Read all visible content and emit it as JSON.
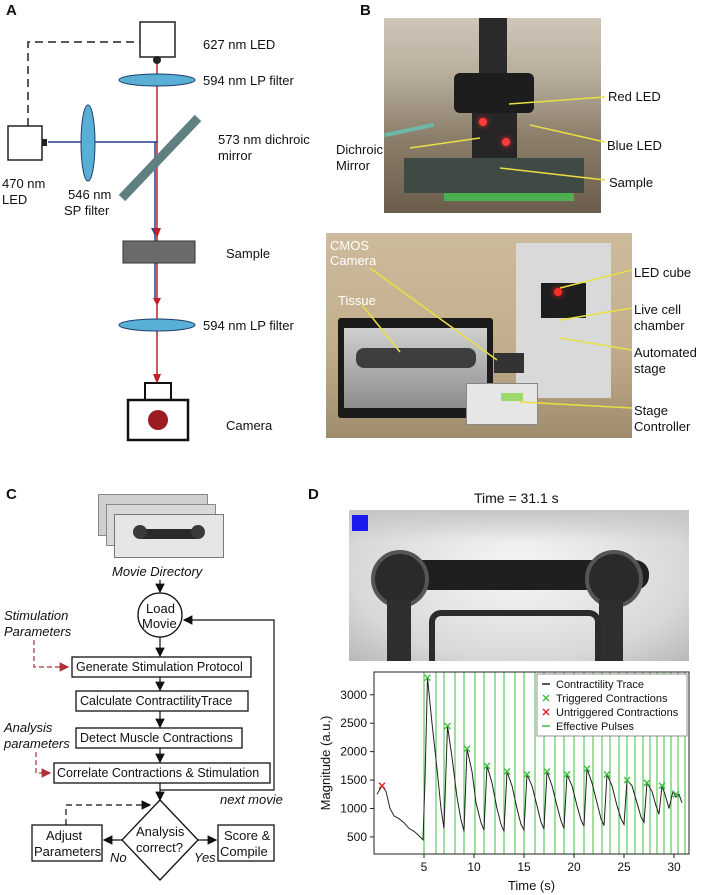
{
  "panels": {
    "a": "A",
    "b": "B",
    "c": "C",
    "d": "D"
  },
  "panel_a": {
    "red_led": "627 nm LED",
    "lp_filter_top": "594 nm LP filter",
    "dichroic_1": "573 nm dichroic",
    "dichroic_2": "mirror",
    "blue_led_1": "470 nm",
    "blue_led_2": "LED",
    "sp_filter_1": "546 nm",
    "sp_filter_2": "SP filter",
    "sample": "Sample",
    "lp_filter_bottom": "594 nm LP filter",
    "camera": "Camera",
    "colors": {
      "red_beam": "#c0202a",
      "blue_beam": "#2a3f8f",
      "filter": "#5aafd6"
    }
  },
  "panel_b": {
    "top": {
      "red_led": "Red LED",
      "dichroic_1": "Dichroic",
      "dichroic_2": "Mirror",
      "blue_led": "Blue LED",
      "sample": "Sample"
    },
    "bottom": {
      "cmos_1": "CMOS",
      "cmos_2": "Camera",
      "tissue": "Tissue",
      "led_cube": "LED cube",
      "live_cell_1": "Live cell",
      "live_cell_2": "chamber",
      "auto_stage_1": "Automated",
      "auto_stage_2": "stage",
      "stage_ctrl_1": "Stage",
      "stage_ctrl_2": "Controller"
    }
  },
  "panel_c": {
    "movie_directory": "Movie Directory",
    "load_movie_1": "Load",
    "load_movie_2": "Movie",
    "stim_params_1": "Stimulation",
    "stim_params_2": "Parameters",
    "generate": "Generate Stimulation Protocol",
    "calculate": "Calculate ContractilityTrace",
    "detect": "Detect Muscle Contractions",
    "analysis_params_1": "Analysis",
    "analysis_params_2": "parameters",
    "correlate": "Correlate Contractions & Stimulation",
    "next_movie": "next movie",
    "adjust_1": "Adjust",
    "adjust_2": "Parameters",
    "question_1": "Analysis",
    "question_2": "correct?",
    "no": "No",
    "yes": "Yes",
    "score_1": "Score &",
    "score_2": "Compile"
  },
  "panel_d": {
    "time_label": "Time = 31.1 s",
    "legend": {
      "trace": "Contractility Trace",
      "triggered": "Triggered Contractions",
      "untriggered": "Untriggered Contractions",
      "pulses": "Effective Pulses"
    }
  },
  "chart_data": {
    "type": "line",
    "xlabel": "Time (s)",
    "ylabel": "Magnitude (a.u.)",
    "xlim": [
      0,
      31.5
    ],
    "ylim": [
      200,
      3400
    ],
    "xticks": [
      "5",
      "10",
      "15",
      "20",
      "25",
      "30"
    ],
    "yticks": [
      "500",
      "1000",
      "1500",
      "2000",
      "2500",
      "3000"
    ],
    "legend_position": "top-right",
    "colors": {
      "trace": "#222222",
      "triggered": "#3cbf3c",
      "untriggered": "#e02020",
      "pulses": "#3cbf3c"
    },
    "series": [
      {
        "name": "Contractility Trace",
        "x": [
          0.3,
          0.8,
          1.2,
          1.6,
          2.0,
          2.5,
          3.0,
          3.5,
          4.0,
          4.5,
          4.9,
          5.1,
          5.35,
          5.8,
          6.3,
          6.7,
          7.0,
          7.35,
          7.8,
          8.3,
          8.7,
          9.0,
          9.3,
          9.8,
          10.2,
          10.7,
          11.0,
          11.3,
          11.8,
          12.3,
          12.7,
          13.0,
          13.3,
          13.8,
          14.3,
          14.7,
          15.0,
          15.3,
          15.8,
          16.3,
          16.7,
          17.0,
          17.3,
          17.8,
          18.3,
          18.7,
          19.0,
          19.3,
          19.8,
          20.3,
          20.7,
          21.0,
          21.3,
          21.8,
          22.3,
          22.7,
          23.0,
          23.3,
          23.8,
          24.3,
          24.7,
          25.0,
          25.3,
          25.8,
          26.3,
          26.7,
          27.0,
          27.3,
          27.8,
          28.2,
          28.5,
          28.8,
          29.1,
          29.5,
          29.9,
          30.2,
          30.5,
          30.8
        ],
        "y": [
          1250,
          1400,
          1300,
          1000,
          870,
          820,
          750,
          650,
          600,
          520,
          450,
          1500,
          3300,
          2500,
          1700,
          1000,
          650,
          2450,
          1900,
          1200,
          800,
          600,
          2050,
          1650,
          1100,
          750,
          620,
          1750,
          1450,
          1000,
          720,
          600,
          1650,
          1400,
          1000,
          720,
          620,
          1600,
          1400,
          1050,
          760,
          640,
          1650,
          1400,
          1050,
          780,
          650,
          1600,
          1400,
          1050,
          800,
          690,
          1700,
          1450,
          1100,
          820,
          700,
          1600,
          1400,
          1050,
          820,
          720,
          1500,
          1400,
          1100,
          850,
          760,
          1450,
          1300,
          1050,
          900,
          1400,
          1250,
          1000,
          1300,
          1200,
          1250,
          1100
        ]
      },
      {
        "name": "Triggered Contractions",
        "x": [
          5.35,
          7.35,
          9.3,
          11.3,
          13.3,
          15.3,
          17.3,
          19.3,
          21.3,
          23.3,
          25.3,
          27.3,
          28.8,
          30.2
        ],
        "y": [
          3300,
          2450,
          2050,
          1750,
          1650,
          1600,
          1650,
          1600,
          1700,
          1600,
          1500,
          1450,
          1400,
          1250
        ]
      },
      {
        "name": "Untriggered Contractions",
        "x": [
          0.8
        ],
        "y": [
          1400
        ]
      },
      {
        "name": "Effective Pulses",
        "x": [
          5,
          6.2,
          7,
          8.1,
          9,
          10.1,
          11,
          12.1,
          13,
          14.1,
          15,
          16.1,
          17,
          18.1,
          19,
          20,
          21,
          21.9,
          22.8,
          23.6,
          24.5,
          25.3,
          26.1,
          26.9,
          27.6,
          28.3,
          29,
          29.7,
          30.4,
          31.1
        ]
      }
    ]
  }
}
